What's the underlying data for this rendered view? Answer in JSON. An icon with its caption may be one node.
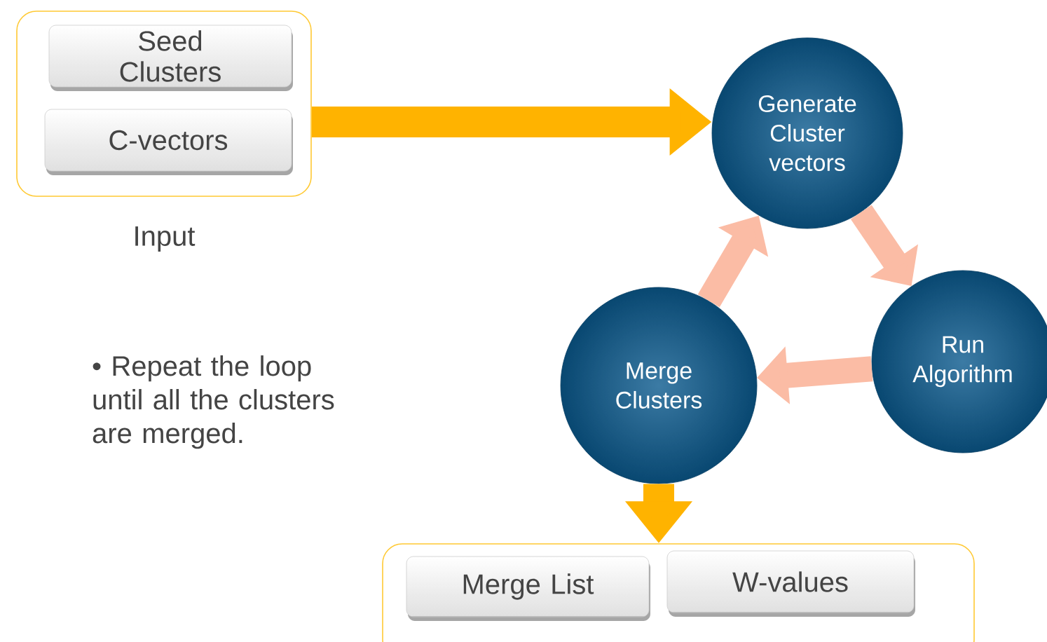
{
  "diagram": {
    "nodes": [
      {
        "text": [
          "Input"
        ]
      },
      {
        "text": [
          "Seed Clusters"
        ],
        "in": 0
      },
      {
        "text": [
          "C-vectors"
        ],
        "in": 0
      },
      {
        "text": [
          "Generate Cluster vectors"
        ]
      },
      {
        "text": [
          "Run Algorithm"
        ]
      },
      {
        "text": [
          "Merge Clusters"
        ]
      },
      {
        "text": [],
        "shape": "box"
      },
      {
        "text": [
          "Merge List"
        ],
        "in": 6
      },
      {
        "text": [
          "W-values"
        ],
        "in": 6
      }
    ],
    "edges": [
      {
        "from": 0,
        "to": 3,
        "arrow": "to",
        "color": "#ffb300"
      },
      {
        "from": 3,
        "to": 4,
        "arrow": "to"
      },
      {
        "from": 4,
        "to": 5,
        "arrow": "to"
      },
      {
        "from": 5,
        "to": 3,
        "arrow": "to"
      },
      {
        "from": 5,
        "to": 6,
        "arrow": "to",
        "color": "#ffb300"
      }
    ],
    "labels": [
      "• Repeat the loop until all the clusters are merged."
    ]
  }
}
